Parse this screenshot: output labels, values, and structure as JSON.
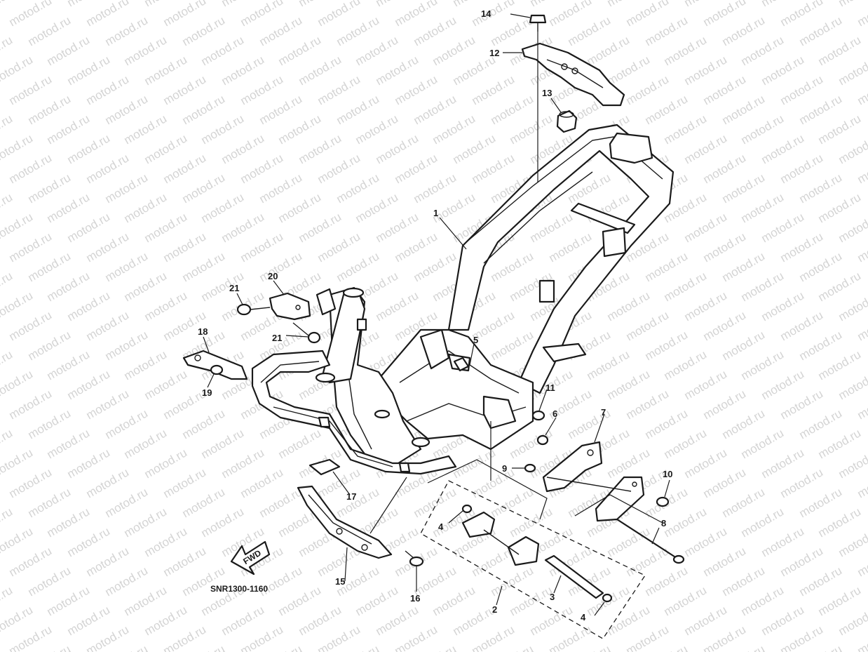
{
  "watermark": "motod.ru",
  "drawing_code": "SNR1300-1160",
  "fwd_label": "FWD",
  "callouts": {
    "c1": "1",
    "c2": "2",
    "c3": "3",
    "c4a": "4",
    "c4b": "4",
    "c5": "5",
    "c6": "6",
    "c7": "7",
    "c8": "8",
    "c9": "9",
    "c10": "10",
    "c11": "11",
    "c12": "12",
    "c13": "13",
    "c14": "14",
    "c15": "15",
    "c16": "16",
    "c17": "17",
    "c18": "18",
    "c19": "19",
    "c20": "20",
    "c21a": "21",
    "c21b": "21"
  }
}
